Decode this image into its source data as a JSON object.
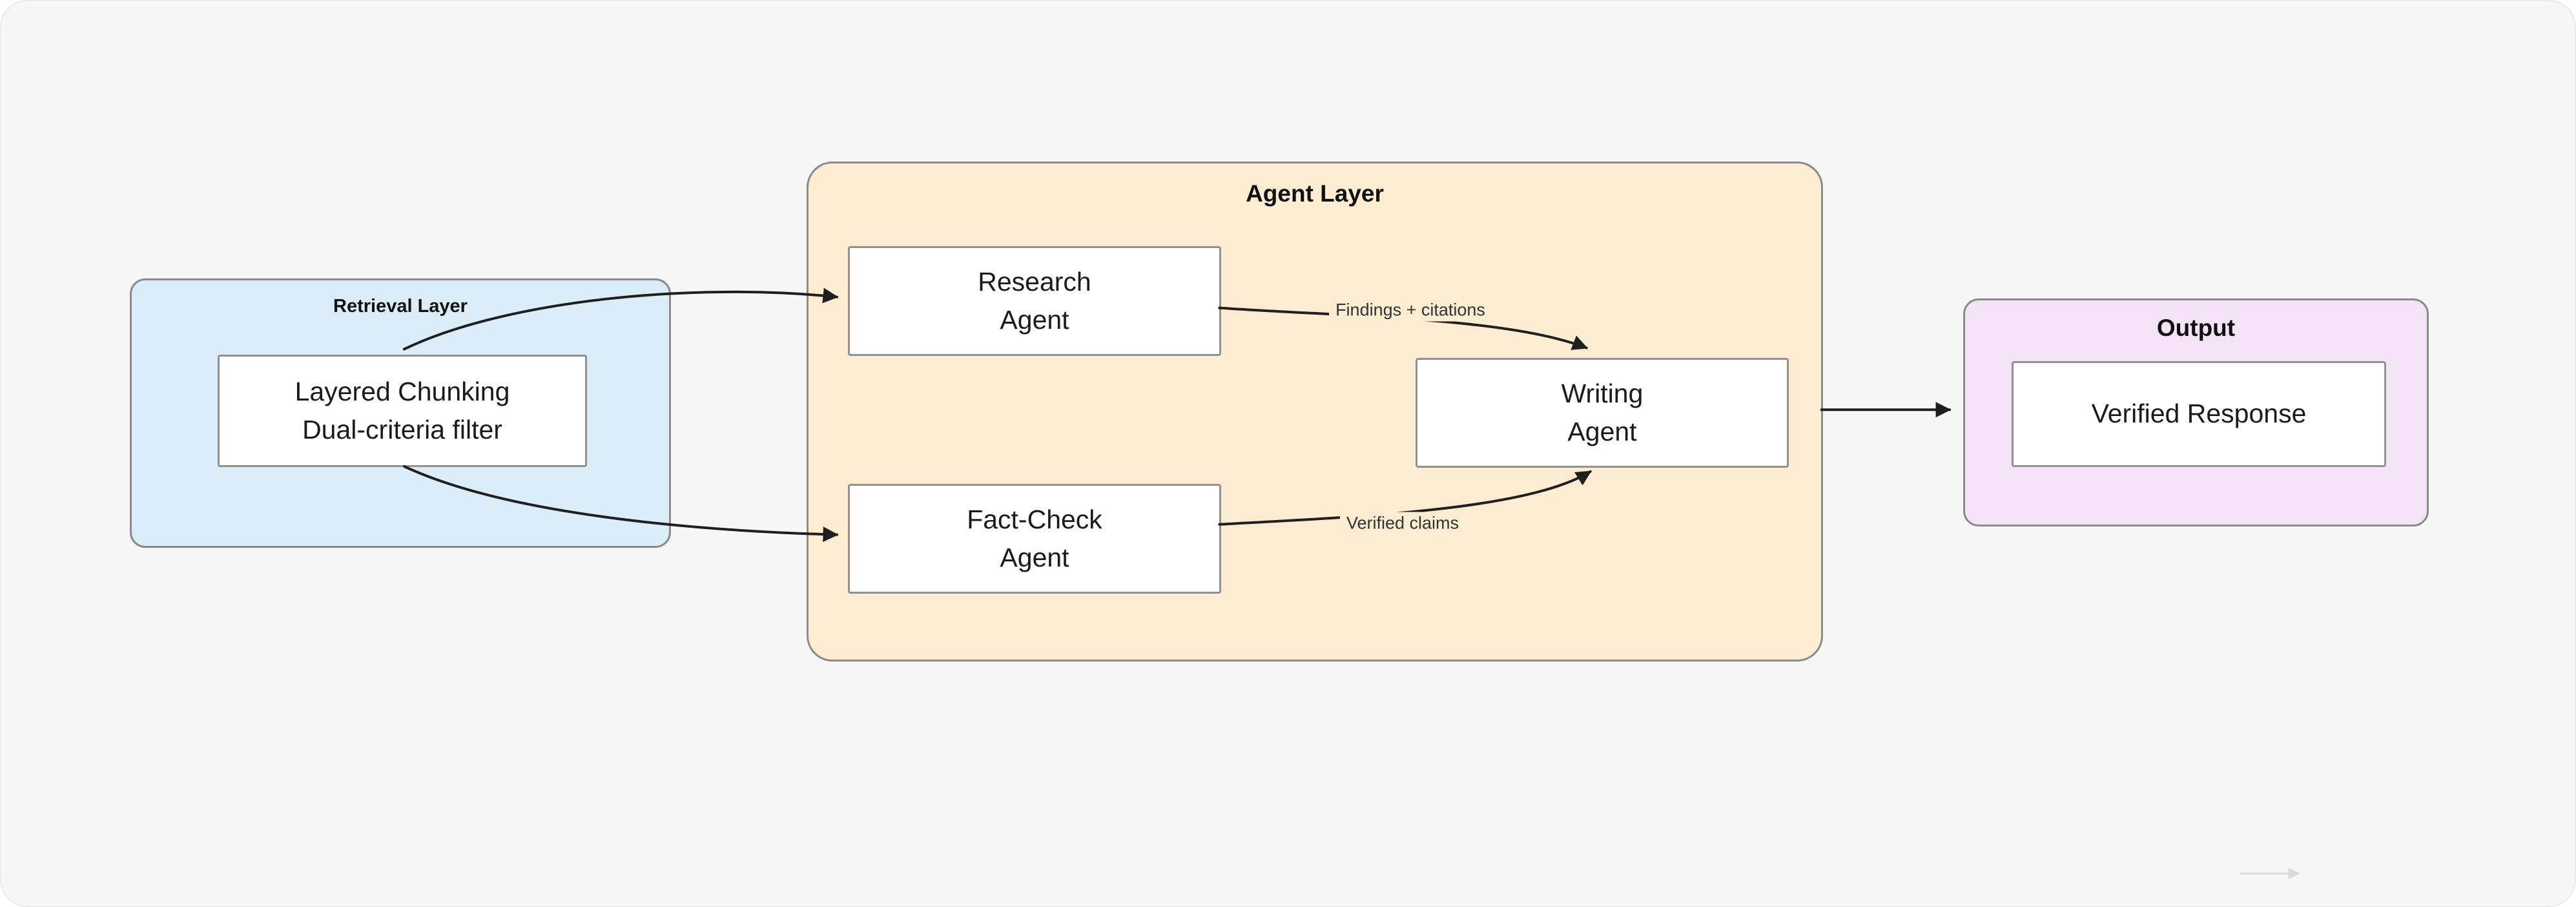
{
  "diagram": {
    "retrieval": {
      "title": "Retrieval Layer",
      "node": {
        "line1": "Layered Chunking",
        "line2": "Dual-criteria filter"
      }
    },
    "agent": {
      "title": "Agent Layer",
      "research": {
        "line1": "Research",
        "line2": "Agent"
      },
      "factcheck": {
        "line1": "Fact-Check",
        "line2": "Agent"
      },
      "writing": {
        "line1": "Writing",
        "line2": "Agent"
      }
    },
    "output": {
      "title": "Output",
      "node": {
        "label": "Verified Response"
      }
    },
    "edges": {
      "findings_label": "Findings + citations",
      "claims_label": "Verified claims"
    }
  },
  "colors": {
    "page-bg": "#ffffff",
    "canvas-bg": "#f7f7f7",
    "canvas-border": "#eaeaea",
    "retrieval-bg": "#daedf8",
    "agent-bg": "#fcecd2",
    "output-bg": "#f4e3f6",
    "node-bg": "#ffffff",
    "node-border": "#919191",
    "group-border": "#8a8a8a",
    "arrow": "#1f1f1f",
    "faint-arrow": "#d9d9d9",
    "label-text": "#333333",
    "title-text": "#111111",
    "node-text": "#1b1b1b"
  }
}
